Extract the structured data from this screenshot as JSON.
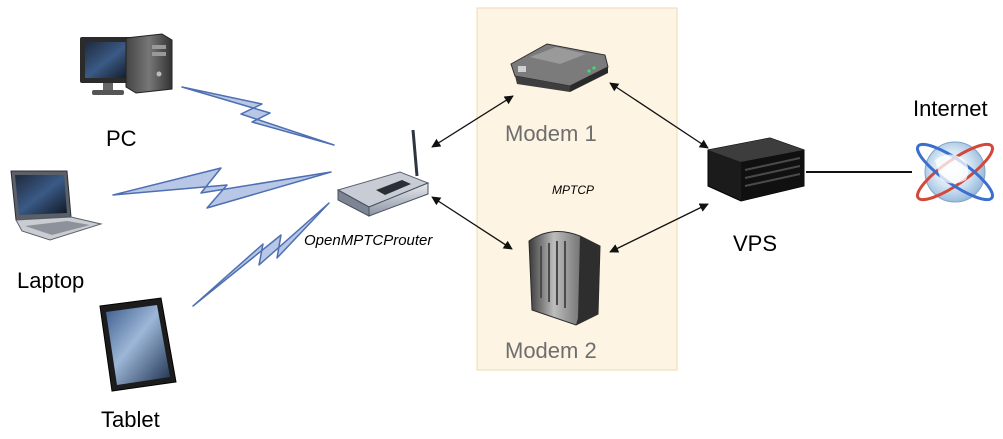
{
  "diagram": {
    "nodes": {
      "pc": {
        "label": "PC",
        "icon": "desktop-pc-icon"
      },
      "laptop": {
        "label": "Laptop",
        "icon": "laptop-icon"
      },
      "tablet": {
        "label": "Tablet",
        "icon": "tablet-icon"
      },
      "router": {
        "label": "OpenMPTCProuter",
        "icon": "wifi-router-icon"
      },
      "modem1": {
        "label": "Modem 1",
        "icon": "modem-icon"
      },
      "modem2": {
        "label": "Modem 2",
        "icon": "cable-modem-icon"
      },
      "vps": {
        "label": "VPS",
        "icon": "server-icon"
      },
      "internet": {
        "label": "Internet",
        "icon": "globe-icon"
      }
    },
    "group": {
      "label": "MPTCP"
    },
    "edges": [
      {
        "from": "pc",
        "to": "router",
        "style": "wireless-lightning"
      },
      {
        "from": "laptop",
        "to": "router",
        "style": "wireless-lightning"
      },
      {
        "from": "tablet",
        "to": "router",
        "style": "wireless-lightning"
      },
      {
        "from": "router",
        "to": "modem1",
        "style": "double-arrow"
      },
      {
        "from": "router",
        "to": "modem2",
        "style": "double-arrow"
      },
      {
        "from": "modem1",
        "to": "vps",
        "style": "double-arrow"
      },
      {
        "from": "modem2",
        "to": "vps",
        "style": "double-arrow"
      },
      {
        "from": "vps",
        "to": "internet",
        "style": "line"
      }
    ],
    "colors": {
      "group_fill": "#fdf4e3",
      "group_border": "#efd9b0",
      "lightning_fill": "#b8c7e6",
      "lightning_stroke": "#4e6fb3",
      "modem_label": "#6e6e6e"
    }
  }
}
